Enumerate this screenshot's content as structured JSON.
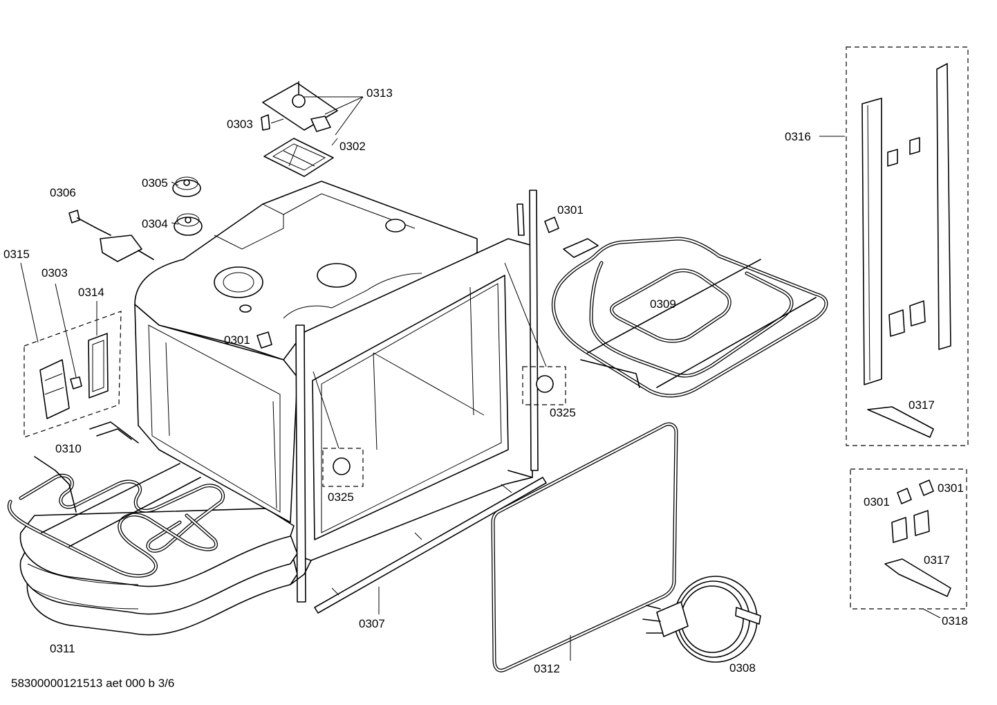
{
  "labels": {
    "p0313": "0313",
    "p0303_top": "0303",
    "p0302": "0302",
    "p0305": "0305",
    "p0304": "0304",
    "p0306": "0306",
    "p0315": "0315",
    "p0303_left": "0303",
    "p0314": "0314",
    "p0301_top": "0301",
    "p0301_mid": "0301",
    "p0309": "0309",
    "p0325_right": "0325",
    "p0325_left": "0325",
    "p0310": "0310",
    "p0311": "0311",
    "p0307": "0307",
    "p0312": "0312",
    "p0308": "0308",
    "p0316": "0316",
    "p0317_top": "0317",
    "p0301_kit_left": "0301",
    "p0301_kit_right": "0301",
    "p0317_bottom": "0317",
    "p0318": "0318"
  },
  "footer": "58300000121513 aet 000 b 3/6"
}
